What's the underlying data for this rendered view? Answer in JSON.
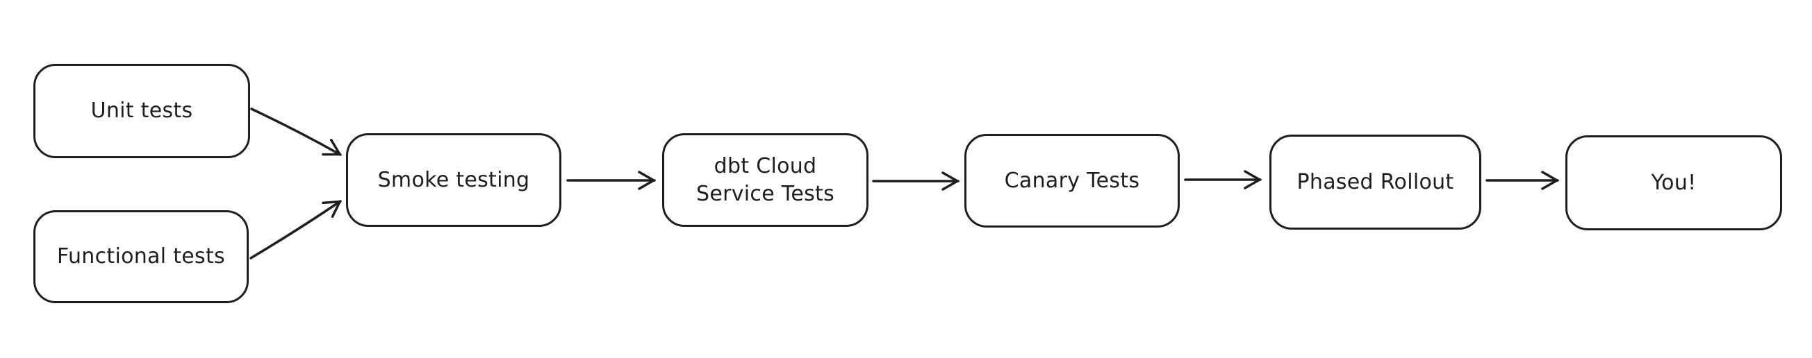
{
  "diagram": {
    "type": "flowchart",
    "style": "hand-drawn-whiteboard",
    "background_color": "#ffffff",
    "stroke_color": "#1e1e1e",
    "text_color": "#1e1e1e",
    "nodes": [
      {
        "id": "unit-tests",
        "label": "Unit tests"
      },
      {
        "id": "functional-tests",
        "label": "Functional tests"
      },
      {
        "id": "smoke-testing",
        "label": "Smoke testing"
      },
      {
        "id": "dbt-cloud",
        "label": "dbt Cloud\nService Tests"
      },
      {
        "id": "canary-tests",
        "label": "Canary Tests"
      },
      {
        "id": "phased-rollout",
        "label": "Phased Rollout"
      },
      {
        "id": "you",
        "label": "You!"
      }
    ],
    "edges": [
      {
        "from": "unit-tests",
        "to": "smoke-testing"
      },
      {
        "from": "functional-tests",
        "to": "smoke-testing"
      },
      {
        "from": "smoke-testing",
        "to": "dbt-cloud"
      },
      {
        "from": "dbt-cloud",
        "to": "canary-tests"
      },
      {
        "from": "canary-tests",
        "to": "phased-rollout"
      },
      {
        "from": "phased-rollout",
        "to": "you"
      }
    ]
  }
}
